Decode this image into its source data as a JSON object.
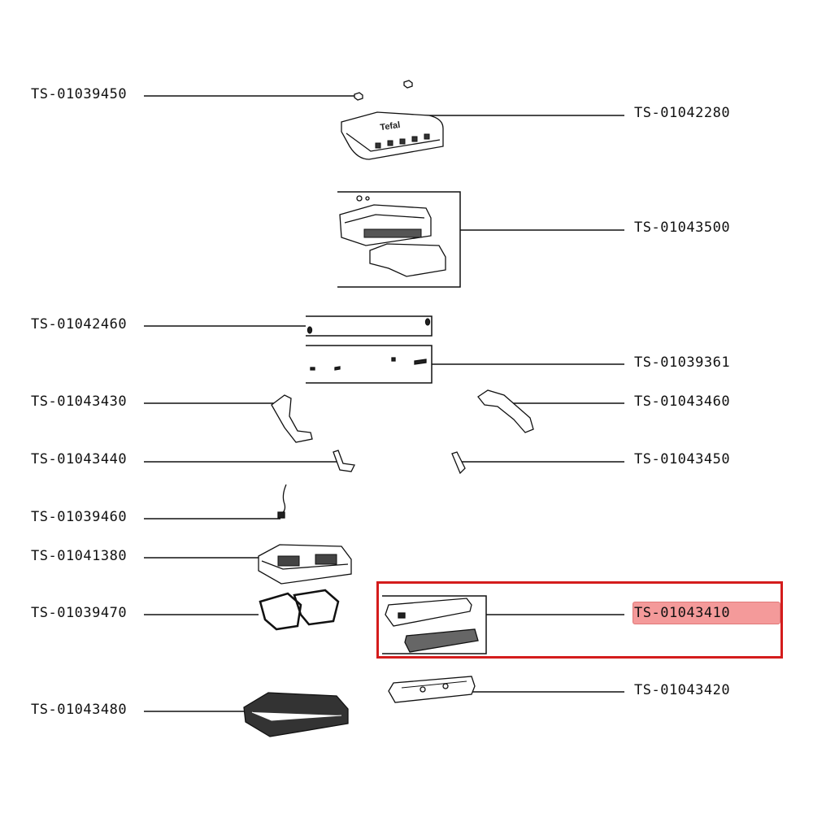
{
  "parts": {
    "p1": "TS-01039450",
    "p2": "TS-01042280",
    "p3": "TS-01043500",
    "p4": "TS-01042460",
    "p5": "TS-01039361",
    "p6": "TS-01043430",
    "p7": "TS-01043460",
    "p8": "TS-01043440",
    "p9": "TS-01043450",
    "p10": "TS-01039460",
    "p11": "TS-01041380",
    "p12": "TS-01039470",
    "p13": "TS-01043410",
    "p14": "TS-01043480",
    "p15": "TS-01043420"
  },
  "brand_text": "Tefal",
  "selected_part": "TS-01043410",
  "colors": {
    "selection": "#d41c1c",
    "highlight": "#f49a9a",
    "ink": "#111111"
  }
}
